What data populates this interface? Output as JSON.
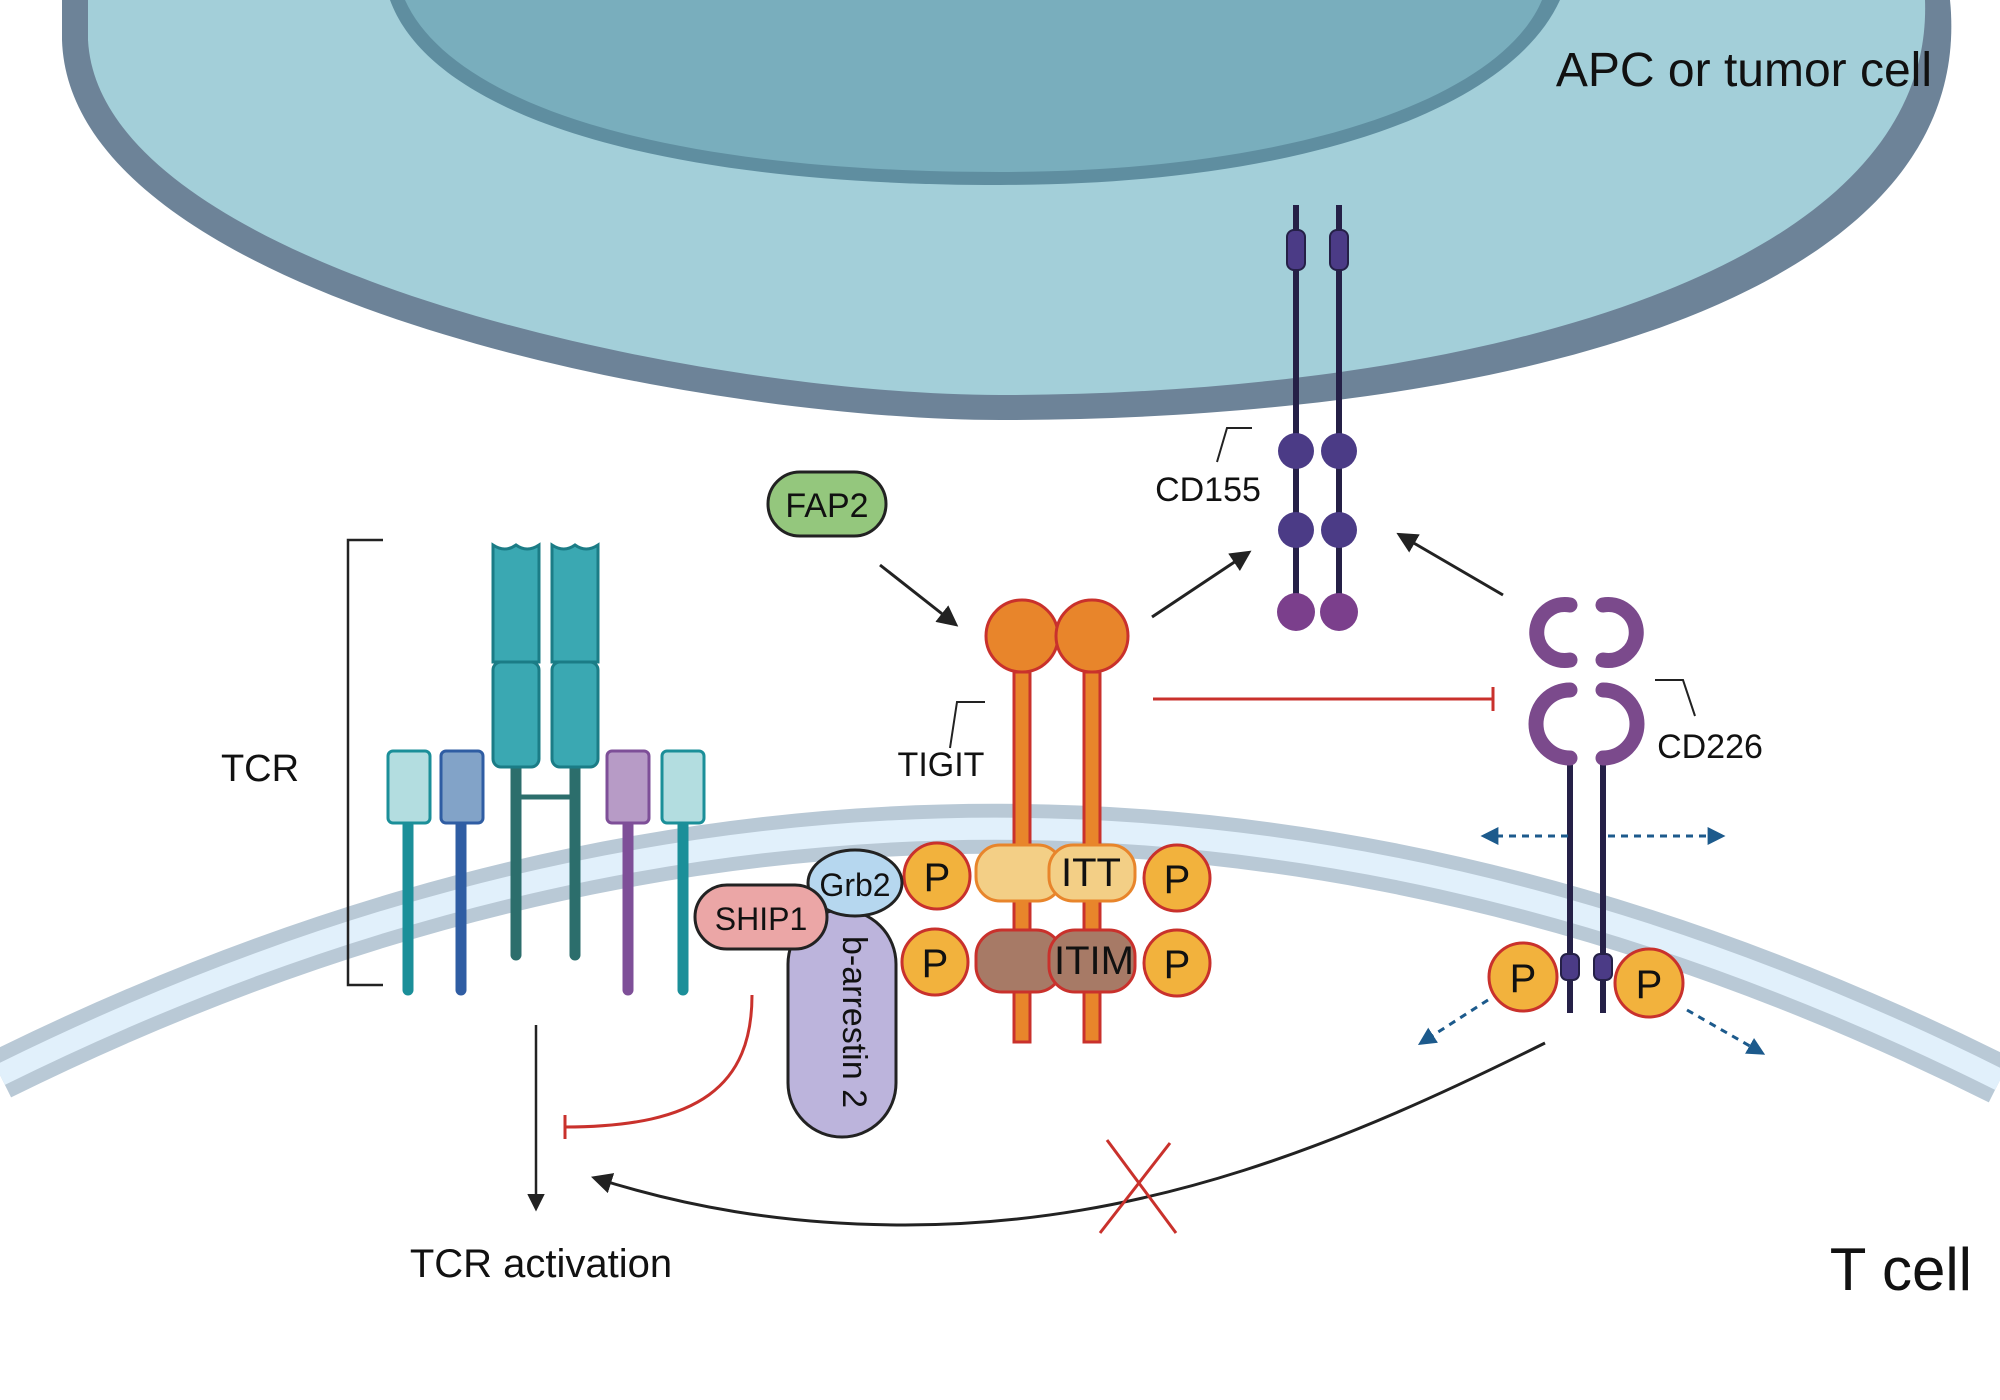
{
  "labels": {
    "apc_cell": "APC or tumor cell",
    "t_cell": "T cell",
    "tcr": "TCR",
    "tcr_activation": "TCR activation",
    "fap2": "FAP2",
    "cd155": "CD155",
    "tigit": "TIGIT",
    "cd226": "CD226",
    "grb2": "Grb2",
    "ship1": "SHIP1",
    "b_arrestin": "b-arrestin 2",
    "itt": "ITT",
    "itim": "ITIM",
    "phospho": "P"
  },
  "colors": {
    "apc_outer": "#a3cfd9",
    "apc_nucleus": "#79aebd",
    "apc_border": "#6d8398",
    "membrane": "#b9c9d6",
    "membrane_inner": "#e1f0fb",
    "tigit": "#e8852b",
    "tigit_stroke": "#c9312c",
    "cd155": "#4b3b86",
    "cd226": "#7b4a8c",
    "phospho_fill": "#f2b23d",
    "inhibit": "#c9312c",
    "arrow": "#222222",
    "dotted": "#1c5a8c",
    "fap2": "#94c77d",
    "grb2": "#b6d7ef",
    "ship1": "#eba6a6",
    "b_arrestin": "#bcb4dc"
  }
}
